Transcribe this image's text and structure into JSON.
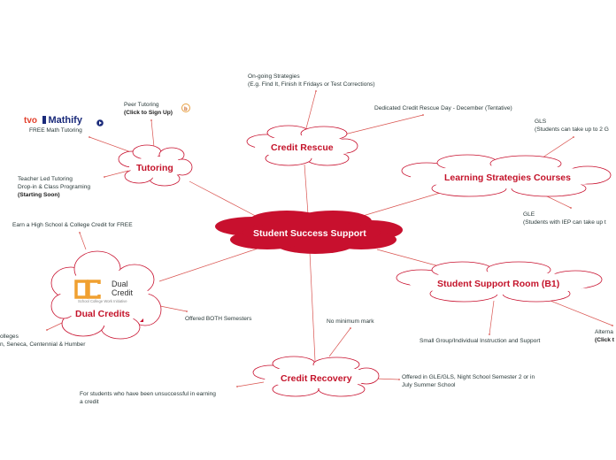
{
  "central": {
    "label": "Student Success Support"
  },
  "nodes": {
    "credit_rescue": {
      "label": "Credit Rescue"
    },
    "tutoring": {
      "label": "Tutoring"
    },
    "learning_strategies": {
      "label": "Learning Strategies Courses"
    },
    "student_support_room": {
      "label": "Student Support Room (B1)"
    },
    "credit_recovery": {
      "label": "Credit Recovery"
    },
    "dual_credits": {
      "label": "Dual Credits"
    }
  },
  "leaves": {
    "ongoing_1": "On-going Strategies",
    "ongoing_2": "(E.g. Find It, Finish It Fridays or Test Corrections)",
    "rescue_day": "Dedicated Credit Rescue Day - December (Tentative)",
    "gls_1": "GLS",
    "gls_2": "(Students can take up to 2 G",
    "gle_1": "GLE",
    "gle_2": "(Students with IEP can take up t",
    "small_group": "Small Group/Individual Instruction and Support",
    "alterna_1": "Alterna",
    "alterna_2": "(Click t",
    "offered_gle": "Offered in GLE/GLS, Night School Semester 2 or in",
    "offered_gle_2": "July Summer School",
    "no_min_mark": "No minimum mark",
    "unsuccessful_1": "For students who have been unsuccessful in earning",
    "unsuccessful_2": "a credit",
    "both_semesters": "Offered BOTH Semesters",
    "colleges_1": "olleges",
    "colleges_2": "n, Seneca, Centennial & Humber",
    "earn_high_school": "Earn a High School & College Credit for FREE",
    "peer_tutoring_1": "Peer Tutoring",
    "peer_tutoring_2": "(Click to Sign Up)",
    "free_math": "FREE Math Tutoring",
    "teacher_led_1": "Teacher Led Tutoring",
    "teacher_led_2": "Drop-in & Class Programing",
    "teacher_led_3": "(Starting Soon)"
  },
  "logos": {
    "tvo_1": "tvo",
    "tvo_2": "Mathify",
    "dual_credit_1": "Dual",
    "dual_credit_2": "Credit",
    "dual_credit_3": "School College Work Initiative"
  },
  "colors": {
    "accent": "#c4132a",
    "central_fill": "#c8102e",
    "cloud_stroke": "#c8102e",
    "line": "#d9534f",
    "logo_orange": "#f0a030"
  }
}
